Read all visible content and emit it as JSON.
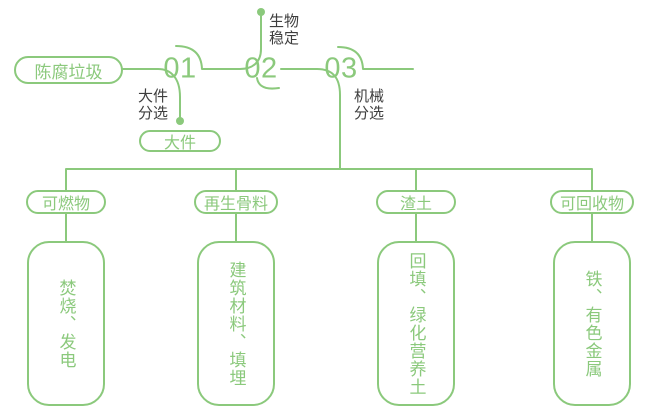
{
  "colors": {
    "green": "#8BC97C",
    "label": "#3E3E3E",
    "background": "#FFFFFF"
  },
  "flow": {
    "source_label": "陈腐垃圾",
    "steps": [
      {
        "num": "01",
        "label": "大件\n分选",
        "output": "大件"
      },
      {
        "num": "02",
        "label": "生物\n稳定"
      },
      {
        "num": "03",
        "label": "机械\n分选"
      }
    ],
    "categories": [
      {
        "name": "可燃物",
        "result": "焚烧、发电"
      },
      {
        "name": "再生骨料",
        "result": "建筑材料、填埋"
      },
      {
        "name": "渣土",
        "result": "回填、绿化营养土"
      },
      {
        "name": "可回收物",
        "result": "铁、有色金属"
      }
    ]
  }
}
